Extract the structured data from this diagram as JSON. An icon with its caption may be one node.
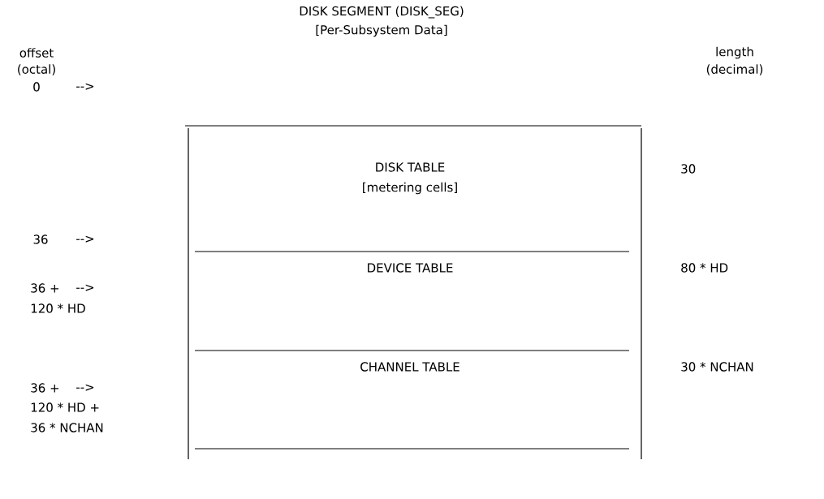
{
  "diagram": {
    "title": "DISK SEGMENT (DISK_SEG)",
    "nodes": [
      {
        "text": [
          "DISK TABLE",
          "[metering cells]"
        ]
      },
      {
        "text": [
          "DEVICE TABLE"
        ]
      },
      {
        "text": [
          "CHANNEL TABLE"
        ]
      }
    ],
    "labels": [
      "[Per-Subsystem Data]",
      "offset",
      "length",
      "(octal)",
      "(decimal)",
      "0",
      "-->",
      "30",
      "36",
      "-->",
      "80 * HD",
      "36 +",
      "-->",
      "120 * HD",
      "30 * NCHAN",
      "36 +",
      "-->",
      "120 * HD +",
      "36 * NCHAN"
    ]
  }
}
